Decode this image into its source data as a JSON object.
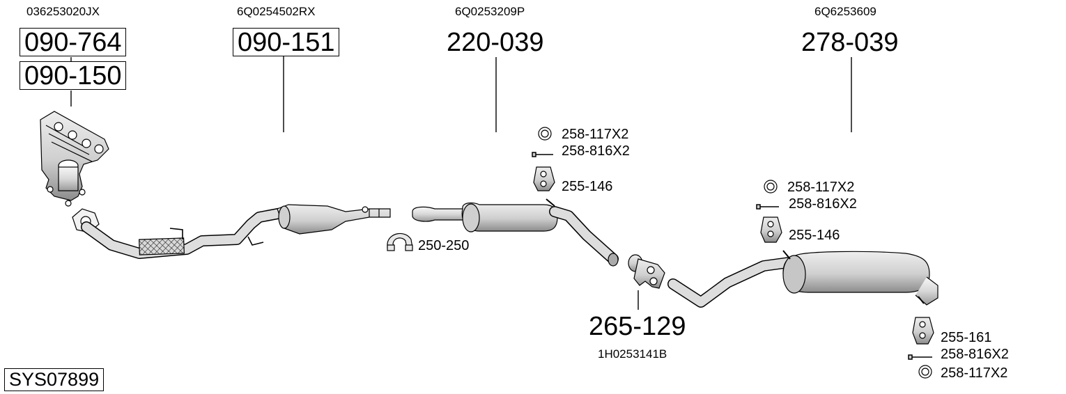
{
  "oem_numbers": [
    "036253020JX",
    "6Q0254502RX",
    "6Q0253209P",
    "6Q6253609",
    "1H0253141B"
  ],
  "parts": {
    "manifold_a": "090-764",
    "manifold_b": "090-150",
    "catalyst": "090-151",
    "middle_silencer": "220-039",
    "rear_silencer": "278-039",
    "connector": "265-129",
    "clamp": "250-250",
    "ring_mid": "258-117X2",
    "bolt_mid": "258-816X2",
    "hanger_mid": "255-146",
    "ring_rear": "258-117X2",
    "bolt_rear": "258-816X2",
    "hanger_rear": "255-146",
    "hanger_tail": "255-161",
    "bolt_tail": "258-816X2",
    "ring_tail": "258-117X2"
  },
  "system_id": "SYS07899",
  "colors": {
    "part_fill": "#e6e6e6",
    "part_stroke": "#000000",
    "shade": "#bdbdbd"
  }
}
